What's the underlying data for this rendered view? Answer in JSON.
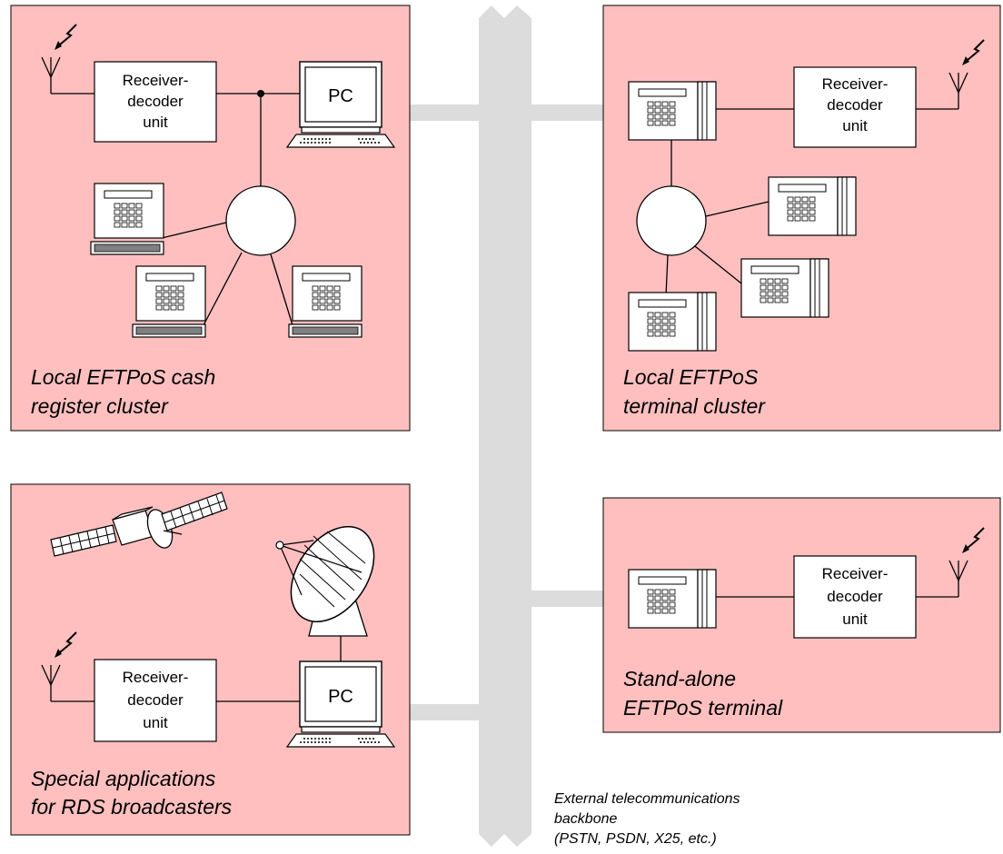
{
  "panels": {
    "cash_register": {
      "caption": [
        "Local EFTPoS cash",
        "register cluster"
      ]
    },
    "terminal_cluster": {
      "caption": [
        "Local EFTPoS",
        "terminal cluster"
      ]
    },
    "broadcasters": {
      "caption": [
        "Special applications",
        "for RDS broadcasters"
      ]
    },
    "standalone": {
      "caption": [
        "Stand-alone",
        "EFTPoS terminal"
      ]
    }
  },
  "receiver_decoder": [
    "Receiver-",
    "decoder",
    "unit"
  ],
  "pc_label": "PC",
  "backbone": {
    "caption": [
      "External telecommunications",
      "backbone",
      "(PSTN, PSDN, X25, etc.)"
    ]
  },
  "colors": {
    "panel_fill": "#ffbfbf",
    "backbone": "#dcdcdc"
  }
}
